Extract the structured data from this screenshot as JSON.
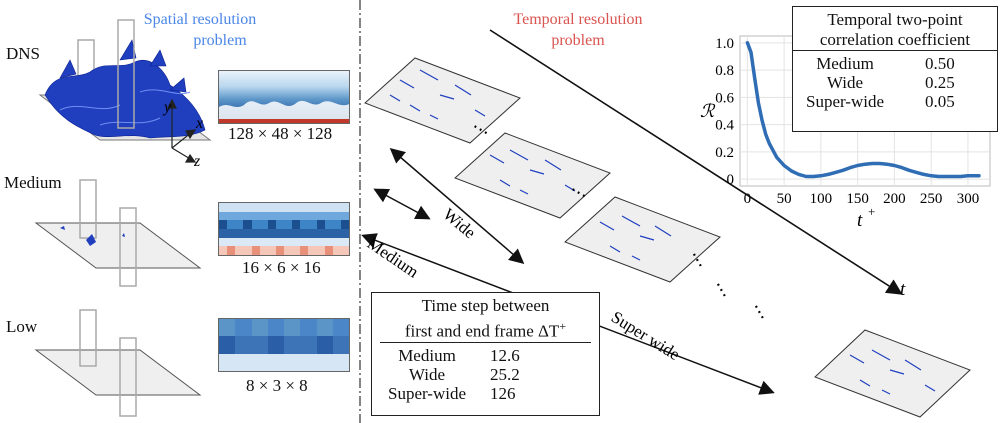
{
  "spatial": {
    "title_line1": "Spatial resolution",
    "title_line2": "problem",
    "levels": [
      {
        "label": "DNS",
        "grid": "128 × 48 × 128"
      },
      {
        "label": "Medium",
        "grid": "16 × 6 × 16"
      },
      {
        "label": "Low",
        "grid": "8 × 3 × 8"
      }
    ],
    "axes": {
      "x": "x",
      "y": "y",
      "z": "z"
    }
  },
  "temporal": {
    "title_line1": "Temporal resolution",
    "title_line2": "problem",
    "ellipsis": "⋯",
    "time_label": "t",
    "arrows": {
      "medium": "Medium",
      "wide": "Wide",
      "super_wide": "Super wide"
    }
  },
  "timestep_table": {
    "header_line1": "Time step between",
    "header_line2": "first and end frame ΔT",
    "header_sup": "+",
    "rows": [
      {
        "name": "Medium",
        "value": "12.6"
      },
      {
        "name": "Wide",
        "value": "25.2"
      },
      {
        "name": "Super-wide",
        "value": "126"
      }
    ]
  },
  "correlation_table": {
    "header_line1": "Temporal two-point",
    "header_line2": "correlation coefficient",
    "rows": [
      {
        "name": "Medium",
        "value": "0.50"
      },
      {
        "name": "Wide",
        "value": "0.25"
      },
      {
        "name": "Super-wide",
        "value": "0.05"
      }
    ]
  },
  "chart_data": {
    "type": "line",
    "ylabel": "ℛ",
    "xlabel_base": "t",
    "xlabel_sup": "+",
    "xlim": [
      -10,
      330
    ],
    "ylim": [
      -0.05,
      1.05
    ],
    "xticks": [
      0,
      50,
      100,
      150,
      200,
      250,
      300
    ],
    "yticks": [
      0,
      0.2,
      0.4,
      0.6,
      0.8,
      1.0
    ],
    "ytick_labels": [
      "0",
      "0.2",
      "0.4",
      "0.6",
      "0.8",
      "1.0"
    ],
    "grid": true,
    "line_color": "#2f6db5",
    "series": [
      {
        "x": [
          0,
          5,
          10,
          15,
          20,
          25,
          30,
          40,
          50,
          60,
          70,
          80,
          90,
          100,
          110,
          120,
          130,
          140,
          150,
          160,
          170,
          180,
          190,
          200,
          210,
          220,
          230,
          240,
          250,
          260,
          270,
          280,
          290,
          300,
          315
        ],
        "y": [
          1.0,
          0.93,
          0.74,
          0.56,
          0.43,
          0.33,
          0.26,
          0.16,
          0.1,
          0.06,
          0.035,
          0.02,
          0.02,
          0.025,
          0.035,
          0.05,
          0.065,
          0.085,
          0.1,
          0.11,
          0.115,
          0.115,
          0.11,
          0.1,
          0.085,
          0.065,
          0.05,
          0.035,
          0.025,
          0.02,
          0.02,
          0.02,
          0.02,
          0.025,
          0.025
        ]
      }
    ]
  },
  "colors": {
    "spatial_title": "#4a86e8",
    "temporal_title": "#d9534f",
    "vortex": "#1f3fbf",
    "plane": "#efefef"
  }
}
